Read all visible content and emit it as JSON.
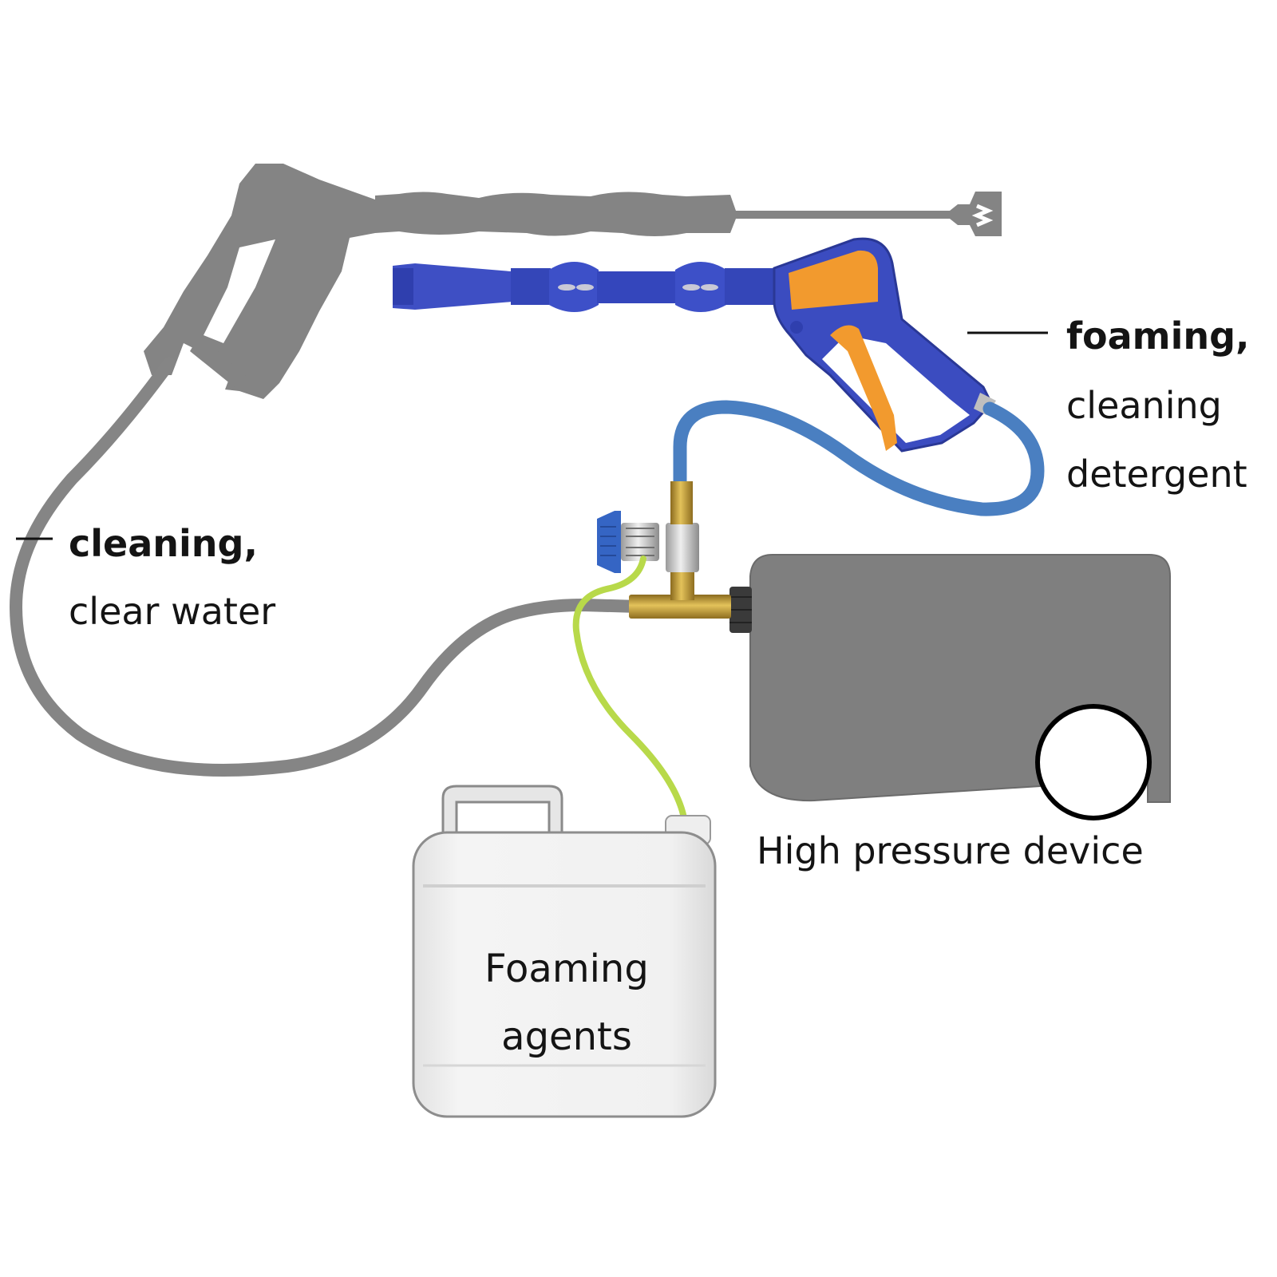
{
  "title": "Foam injector setup with high pressure device",
  "labels": {
    "foaming_gun": {
      "line1": "foaming,",
      "line2": "cleaning",
      "line3": "detergent"
    },
    "cleaning_gun": {
      "line1": "cleaning,",
      "line2": "clear water"
    },
    "device": "High pressure device",
    "canister": {
      "line1": "Foaming",
      "line2": "agents"
    }
  },
  "components": [
    {
      "id": "cleaning-gun",
      "name": "Standard spray gun with lance",
      "color": "#838383"
    },
    {
      "id": "foam-gun",
      "name": "Foam spray gun with lance",
      "color": "#3a4fc0",
      "accent": "#f29a2e"
    },
    {
      "id": "foam-hose",
      "name": "Foam hose",
      "color": "#4a7fc1"
    },
    {
      "id": "clean-hose",
      "name": "High pressure hose",
      "color": "#858585"
    },
    {
      "id": "suction-hose",
      "name": "Detergent suction hose",
      "color": "#b8d94a"
    },
    {
      "id": "injector",
      "name": "Injector T-valve",
      "color": "#c9a23a"
    },
    {
      "id": "device",
      "name": "High pressure device",
      "color": "#7f7f7f"
    },
    {
      "id": "canister",
      "name": "Foaming agent canister",
      "color": "#ececec"
    }
  ]
}
